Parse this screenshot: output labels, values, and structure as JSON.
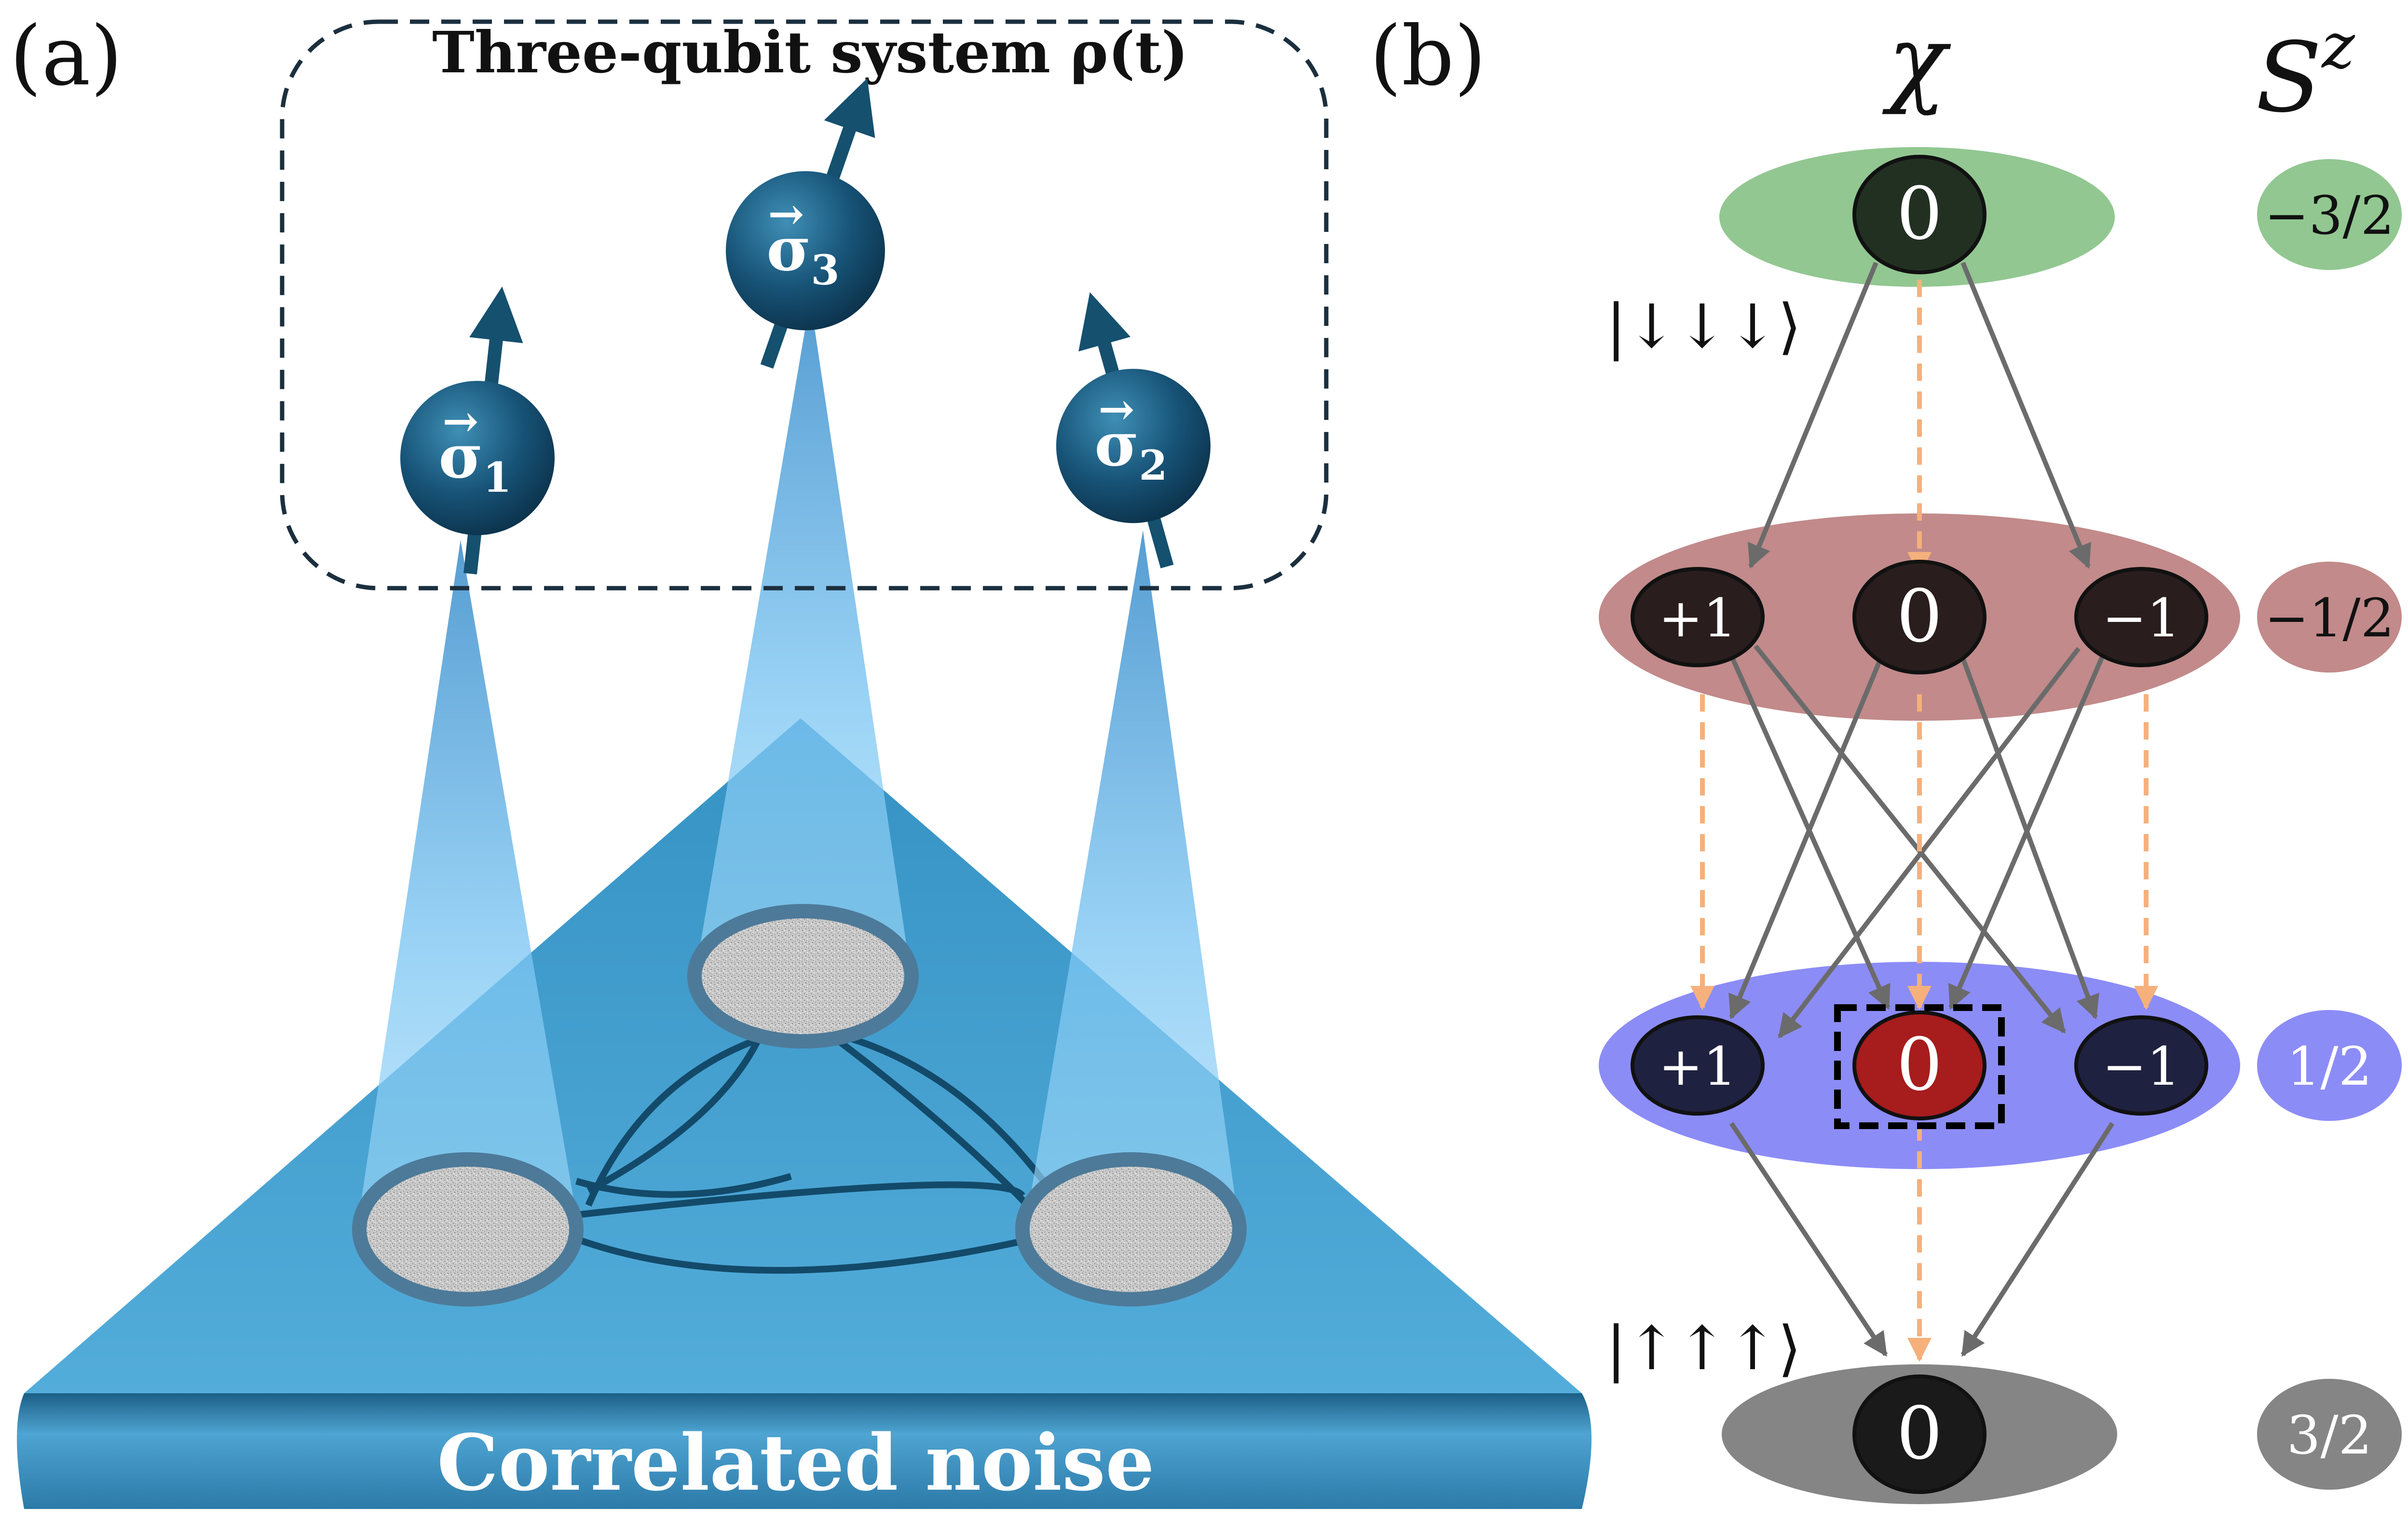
{
  "panel_a": {
    "label": "(a)",
    "title": "Three-qubit system ρ(t)",
    "qubits": [
      {
        "name": "qubit-1",
        "label": "σ",
        "sub": "1"
      },
      {
        "name": "qubit-2",
        "label": "σ",
        "sub": "2"
      },
      {
        "name": "qubit-3",
        "label": "σ",
        "sub": "3"
      }
    ],
    "base_label": "Correlated noise"
  },
  "panel_b": {
    "label": "(b)",
    "col_chi": "χ",
    "col_sz": "S",
    "col_sz_sup": "z",
    "ket_down": "|↓↓↓⟩",
    "ket_up": "|↑↑↑⟩",
    "levels": [
      {
        "name": "level-0",
        "color": "#92c791",
        "sz": "−3/2",
        "nodes": [
          "0"
        ]
      },
      {
        "name": "level-1",
        "color": "#c28a8a",
        "sz": "−1/2",
        "nodes": [
          "+1",
          "0",
          "−1"
        ]
      },
      {
        "name": "level-2",
        "color": "#8c8cf7",
        "sz": "1/2",
        "nodes": [
          "+1",
          "0",
          "−1"
        ]
      },
      {
        "name": "level-3",
        "color": "#858585",
        "sz": "3/2",
        "nodes": [
          "0"
        ]
      }
    ],
    "colors": {
      "solid_arrow": "#6b6b6b",
      "dashed_arrow": "#f5b07c",
      "highlight_node": "#a71c1c"
    }
  }
}
